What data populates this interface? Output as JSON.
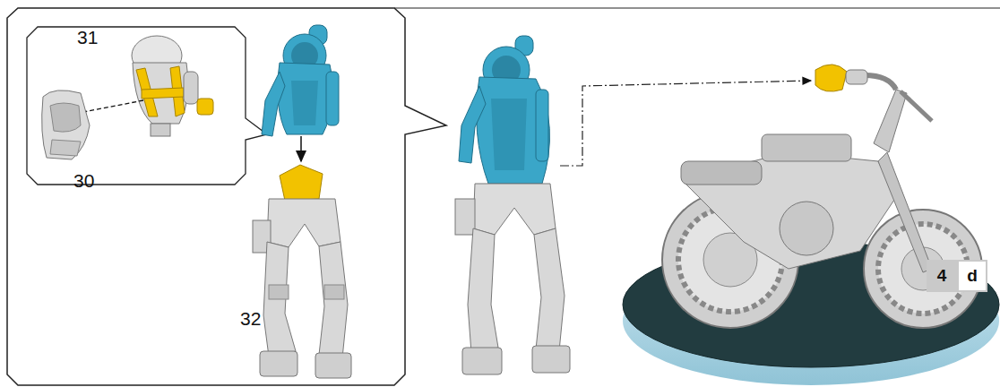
{
  "diagram": {
    "nodes": [
      {
        "text": [
          "4",
          "d"
        ]
      }
    ],
    "labels": [
      "31",
      "30",
      "32"
    ]
  }
}
